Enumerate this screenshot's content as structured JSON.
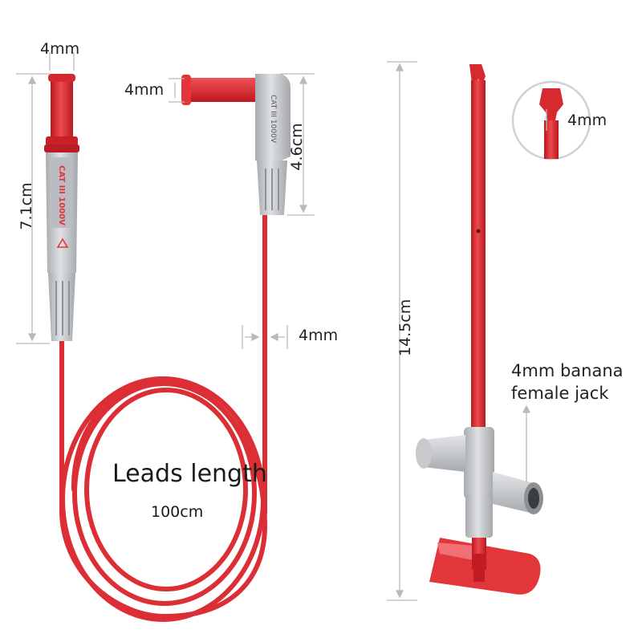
{
  "dimensions": {
    "straight_plug_tip": "4mm",
    "straight_plug_length": "7.1cm",
    "angled_plug_tip": "4mm",
    "angled_plug_length": "4.6cm",
    "wire_gauge": "4mm",
    "probe_length": "14.5cm",
    "probe_tip": "4mm"
  },
  "labels": {
    "leads_length_title": "Leads length",
    "leads_length_value": "100cm",
    "jack_line1": "4mm banana",
    "jack_line2": "female jack"
  },
  "markings": {
    "straight_plug_text": "CAT III 1000V",
    "angled_plug_text": "CAT III 1000V"
  },
  "colors": {
    "lead_red": "#e2363b",
    "plug_grey": "#c9cbce",
    "dimension_line": "#b7b9bc"
  }
}
